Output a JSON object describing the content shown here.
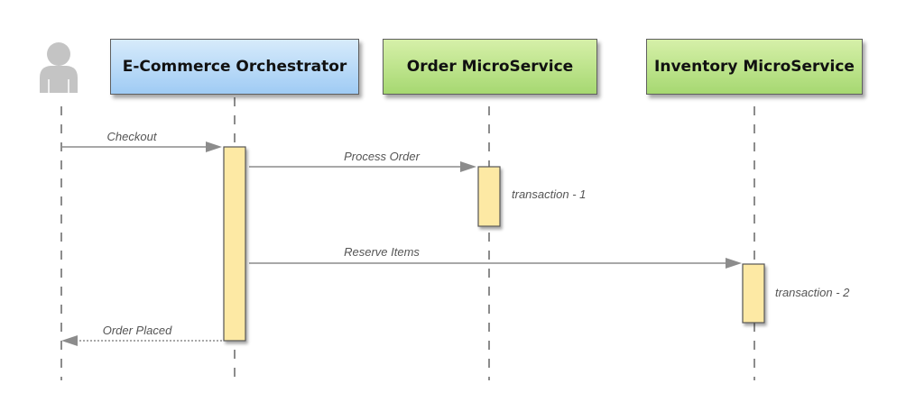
{
  "participants": {
    "actor": {
      "icon": "user-icon"
    },
    "orchestrator": {
      "label": "E-Commerce Orchestrator",
      "color": "#a9d2f6"
    },
    "order": {
      "label": "Order MicroService",
      "color": "#b3e07e"
    },
    "inventory": {
      "label": "Inventory MicroService",
      "color": "#b3e07e"
    }
  },
  "messages": {
    "checkout": {
      "label": "Checkout",
      "style": "solid"
    },
    "process_order": {
      "label": "Process Order",
      "style": "solid"
    },
    "reserve_items": {
      "label": "Reserve Items",
      "style": "solid"
    },
    "order_placed": {
      "label": "Order Placed",
      "style": "dotted"
    }
  },
  "notes": {
    "transaction_1": "transaction - 1",
    "transaction_2": "transaction - 2"
  },
  "colors": {
    "activation": "#fde9a4",
    "lifeline": "#8c8c8c",
    "arrow": "#8c8c8c",
    "actor": "#c4c4c4"
  }
}
